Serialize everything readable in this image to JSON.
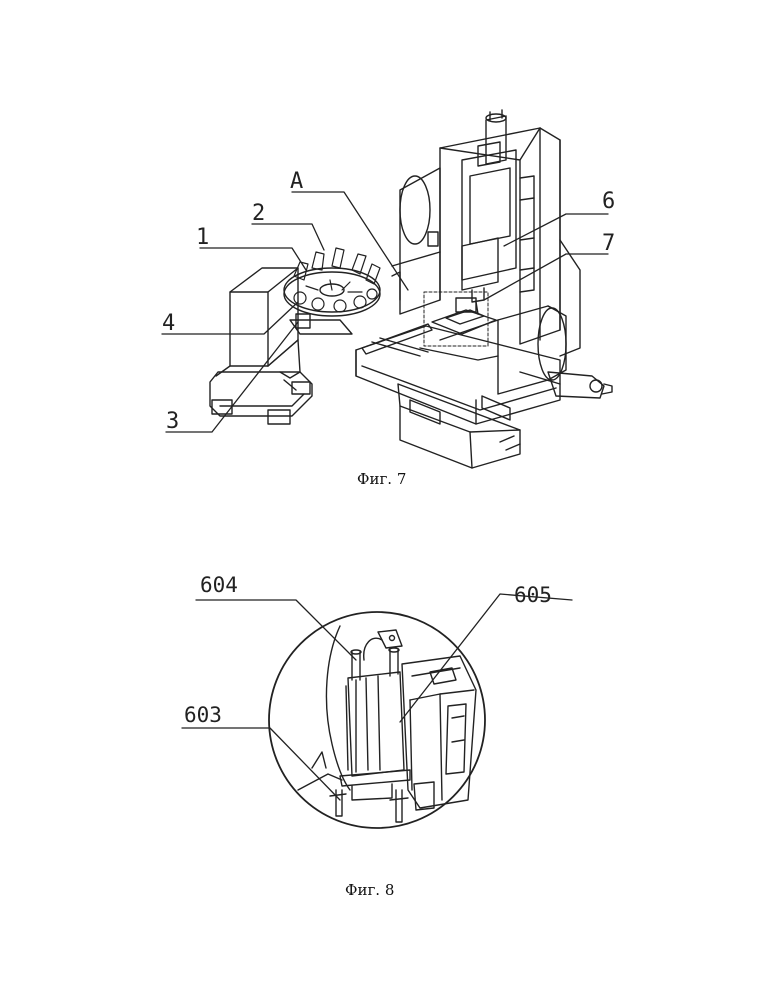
{
  "figure7": {
    "caption": "Фиг. 7",
    "labels": {
      "l1": "1",
      "l2": "2",
      "l3": "3",
      "l4": "4",
      "lA": "A",
      "l6": "6",
      "l7": "7"
    }
  },
  "figure8": {
    "caption": "Фиг. 8",
    "labels": {
      "l603": "603",
      "l604": "604",
      "l605": "605"
    }
  }
}
